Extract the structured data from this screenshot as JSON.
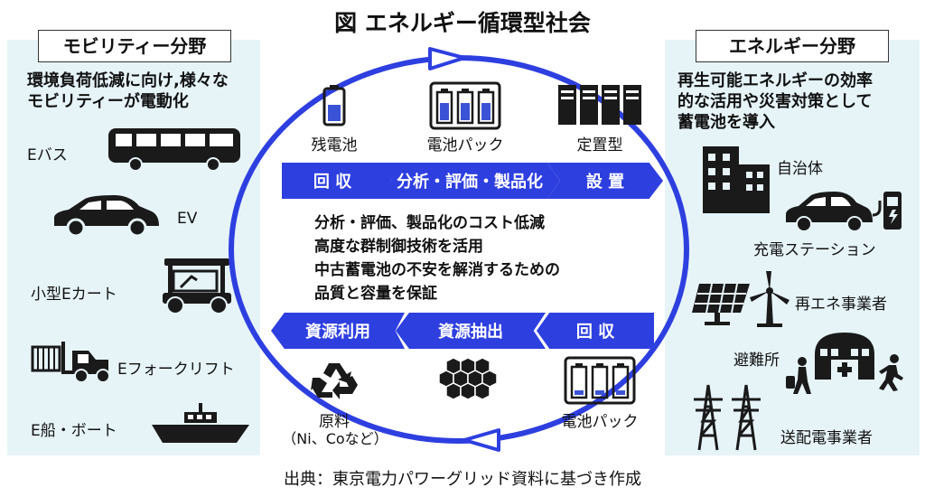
{
  "title": "図 エネルギー循環型社会",
  "left_panel": {
    "heading": "モビリティー分野",
    "description": [
      "環境負荷低減に向け,様々な",
      "モビリティーが電動化"
    ],
    "items": [
      "Eバス",
      "EV",
      "小型Eカート",
      "Eフォークリフト",
      "E船・ボート"
    ]
  },
  "right_panel": {
    "heading": "エネルギー分野",
    "description": [
      "再生可能エネルギーの効率",
      "的な活用や災害対策として",
      "蓄電池を導入"
    ],
    "items": [
      "自治体",
      "充電ステーション",
      "再エネ事業者",
      "避難所",
      "送配電事業者"
    ]
  },
  "center": {
    "top_icons": [
      "残電池",
      "電池パック",
      "定置型"
    ],
    "top_flow": [
      "回 収",
      "分析・評価・製品化",
      "設 置"
    ],
    "points": [
      "分析・評価、製品化のコスト低減",
      "高度な群制御技術を活用",
      "中古蓄電池の不安を解消するための",
      "品質と容量を保証"
    ],
    "bottom_flow": [
      "資源利用",
      "資源抽出",
      "回 収"
    ],
    "bottom_icons": {
      "raw_material": "原料",
      "raw_material_note": "（Ni、Coなど）",
      "battery_pack": "電池パック"
    }
  },
  "source": "出典：東京電力パワーグリッド資料に基づき作成",
  "colors": {
    "accent": "#2e3fe0",
    "panel_bg": "#e6f4f8",
    "icon": "#1a1a1a",
    "battery_fill": "#3a53d6"
  }
}
